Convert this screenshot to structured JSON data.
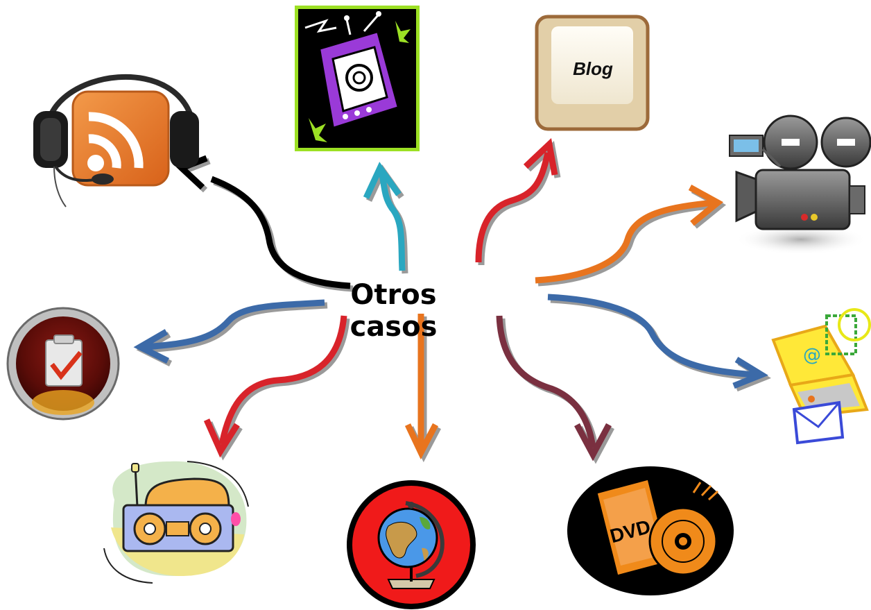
{
  "center": {
    "line1": "Otros",
    "line2": "casos"
  },
  "blog_key": {
    "text": "Blog"
  },
  "dvd_icon": {
    "text": "DVD"
  },
  "icons": [
    {
      "id": "podcast",
      "icon": "podcast-rss-headphones-icon"
    },
    {
      "id": "tv",
      "icon": "retro-television-icon"
    },
    {
      "id": "blog",
      "icon": "blog-keyboard-key-icon"
    },
    {
      "id": "video",
      "icon": "video-camera-icon"
    },
    {
      "id": "tasks",
      "icon": "clipboard-checkmark-icon"
    },
    {
      "id": "email",
      "icon": "email-laptop-icon"
    },
    {
      "id": "radio",
      "icon": "radio-boombox-icon"
    },
    {
      "id": "globe",
      "icon": "globe-icon"
    },
    {
      "id": "dvd",
      "icon": "dvd-disc-icon"
    }
  ],
  "arrow_colors": {
    "podcast": "#000000",
    "tv": "#2aa7c0",
    "blog": "#d8232a",
    "video": "#e8741e",
    "tasks": "#3c6aa8",
    "email": "#3c6aa8",
    "radio": "#d8232a",
    "globe": "#e8741e",
    "dvd": "#7a3040"
  }
}
